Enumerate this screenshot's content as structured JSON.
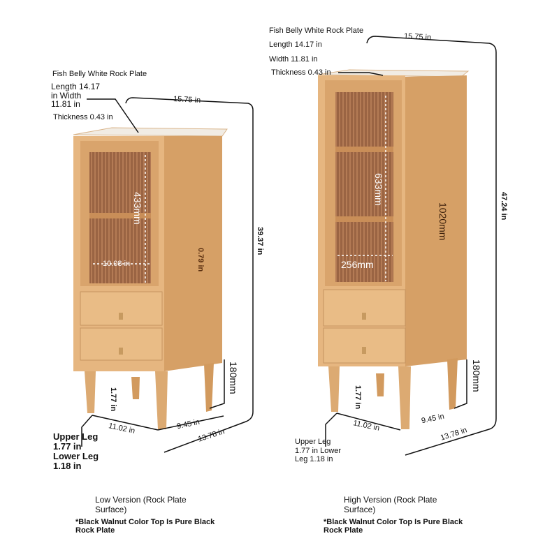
{
  "low": {
    "plate_title": "Fish Belly White Rock Plate",
    "length_l1": "Length 14.17",
    "length_l2": "in Width",
    "width": "11.81 in",
    "thickness": "Thickness 0.43 in",
    "top_width": "15.75 in",
    "height": "39.37 in",
    "glass_height": "433mm",
    "glass_width": "10.08 in",
    "frame": "0.79 in",
    "leg_height": "180mm",
    "leg_gap": "1.77 in",
    "front_width": "11.02 in",
    "depth": "9.45 in",
    "total_depth": "13.78 in",
    "leg_l1": "Upper Leg",
    "leg_l2": "1.77 in",
    "leg_l3": "Lower Leg",
    "leg_l4": "1.18 in",
    "caption_l1": "Low Version (Rock Plate",
    "caption_l2": "Surface)",
    "note_l1": "*Black Walnut Color Top Is Pure Black",
    "note_l2": "Rock Plate"
  },
  "high": {
    "plate_title": "Fish Belly White Rock Plate",
    "length": "Length 14.17 in",
    "width": "Width 11.81 in",
    "thickness": "Thickness 0.43 in",
    "top_width": "15.75 in",
    "height": "47.24 in",
    "glass_height": "633mm",
    "inner_height": "1020mm",
    "glass_width": "256mm",
    "leg_height": "180mm",
    "leg_gap": "1.77 in",
    "front_width": "11.02 in",
    "depth": "9.45 in",
    "total_depth": "13.78 in",
    "leg_l1": "Upper Leg",
    "leg_l2": "1.77 in Lower",
    "leg_l3": "Leg 1.18 in",
    "caption_l1": "High Version (Rock Plate",
    "caption_l2": "Surface)",
    "note_l1": "*Black Walnut Color Top Is Pure Black",
    "note_l2": "Rock Plate"
  },
  "colors": {
    "wood": "#e2b27c",
    "wood_side": "#d29a5e",
    "glass": "#a36a45",
    "plate": "#f4f1ec",
    "line": "#111111"
  }
}
